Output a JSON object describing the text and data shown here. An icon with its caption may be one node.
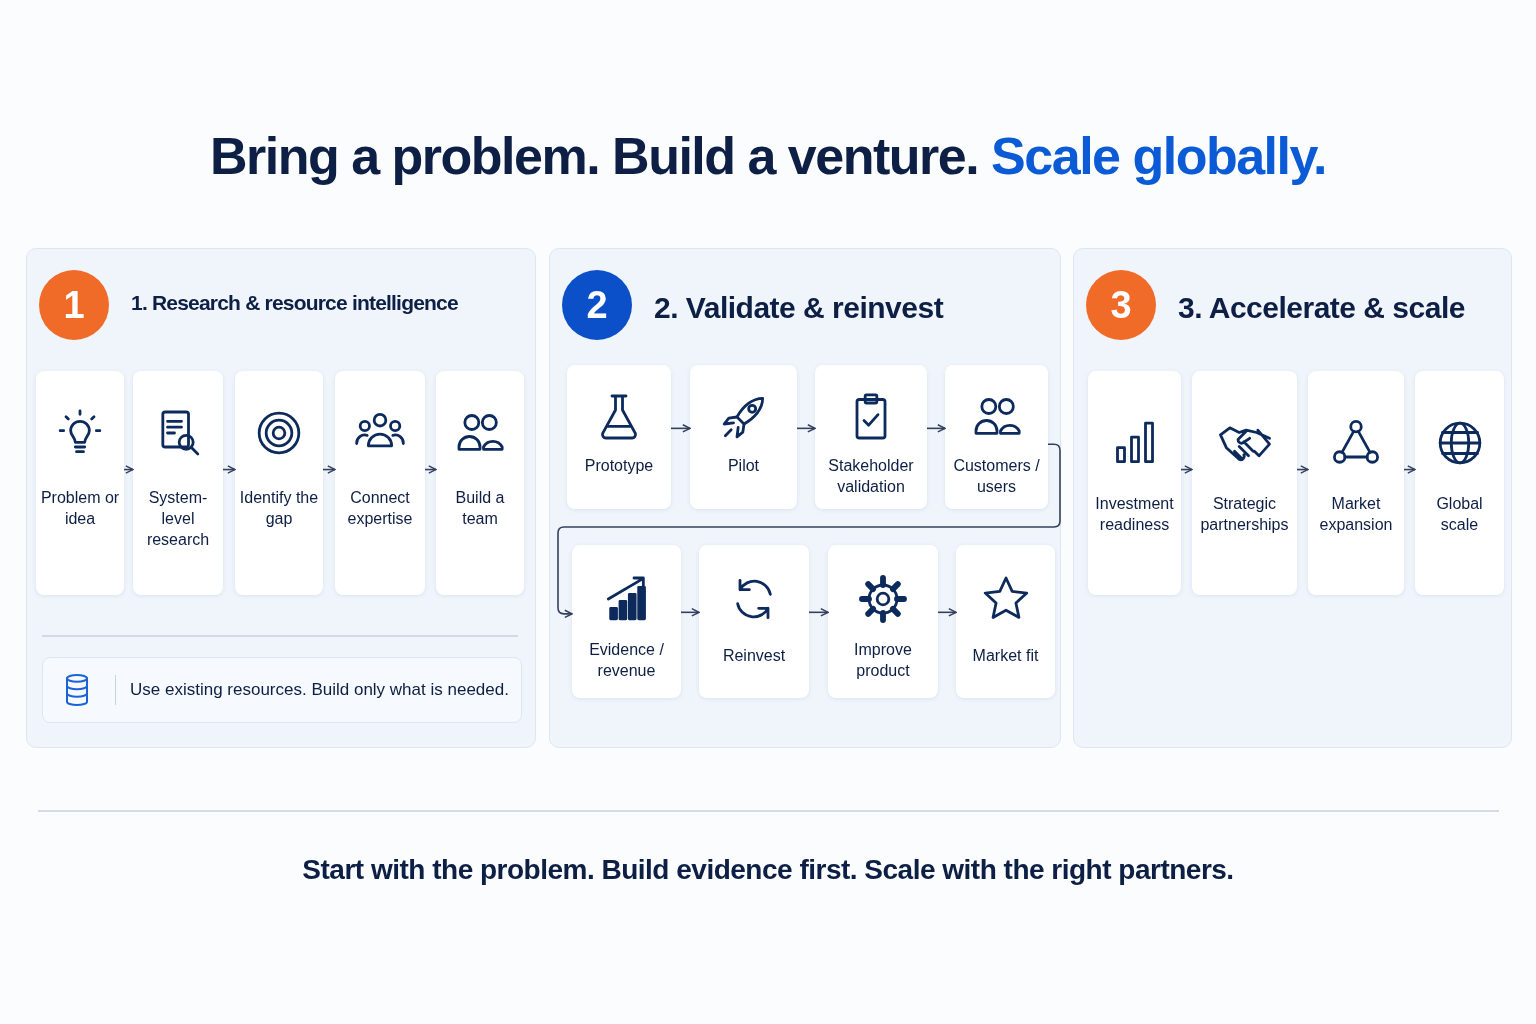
{
  "diagram": {
    "title": "Bring a problem. Build a venture. Scale globally.",
    "caption": "Start with the problem. Build evidence first. Scale with the right partners.",
    "nodes": [
      {
        "text": [
          "1",
          "1. Research & resource intelligence"
        ]
      },
      {
        "text": [
          "Problem or idea"
        ],
        "in": 0
      },
      {
        "text": [
          "System-level research"
        ],
        "in": 0
      },
      {
        "text": [
          "Identify the gap"
        ],
        "in": 0
      },
      {
        "text": [
          "Connect expertise"
        ],
        "in": 0
      },
      {
        "text": [
          "Build a team"
        ],
        "in": 0
      },
      {
        "text": [
          "Use existing resources. Build only what is needed."
        ],
        "in": 0
      },
      {
        "text": [
          "2",
          "2. Validate & reinvest"
        ]
      },
      {
        "text": [
          "Prototype"
        ],
        "in": 7
      },
      {
        "text": [
          "Pilot"
        ],
        "in": 7
      },
      {
        "text": [
          "Stakeholder validation"
        ],
        "in": 7
      },
      {
        "text": [
          "Customers / users"
        ],
        "in": 7
      },
      {
        "text": [
          "Evidence / revenue"
        ],
        "in": 7
      },
      {
        "text": [
          "Reinvest"
        ],
        "in": 7
      },
      {
        "text": [
          "Improve product"
        ],
        "in": 7
      },
      {
        "text": [
          "Market fit"
        ],
        "in": 7
      },
      {
        "text": [
          "3",
          "3. Accelerate & scale"
        ]
      },
      {
        "text": [
          "Investment readiness"
        ],
        "in": 16
      },
      {
        "text": [
          "Strategic partnerships"
        ],
        "in": 16
      },
      {
        "text": [
          "Market expansion"
        ],
        "in": 16
      },
      {
        "text": [
          "Global scale"
        ],
        "in": 16
      }
    ],
    "edges": [
      {
        "from": 1,
        "to": 2,
        "arrow": "to"
      },
      {
        "from": 2,
        "to": 3,
        "arrow": "to"
      },
      {
        "from": 3,
        "to": 4,
        "arrow": "to"
      },
      {
        "from": 4,
        "to": 5,
        "arrow": "to"
      },
      {
        "from": 8,
        "to": 9,
        "arrow": "to"
      },
      {
        "from": 9,
        "to": 10,
        "arrow": "to"
      },
      {
        "from": 10,
        "to": 11,
        "arrow": "to"
      },
      {
        "from": 11,
        "to": 12,
        "arrow": "to"
      },
      {
        "from": 12,
        "to": 13,
        "arrow": "to"
      },
      {
        "from": 13,
        "to": 14,
        "arrow": "to"
      },
      {
        "from": 14,
        "to": 15,
        "arrow": "to"
      },
      {
        "from": 17,
        "to": 18,
        "arrow": "to"
      },
      {
        "from": 18,
        "to": 19,
        "arrow": "to"
      },
      {
        "from": 19,
        "to": 20,
        "arrow": "to"
      }
    ]
  }
}
